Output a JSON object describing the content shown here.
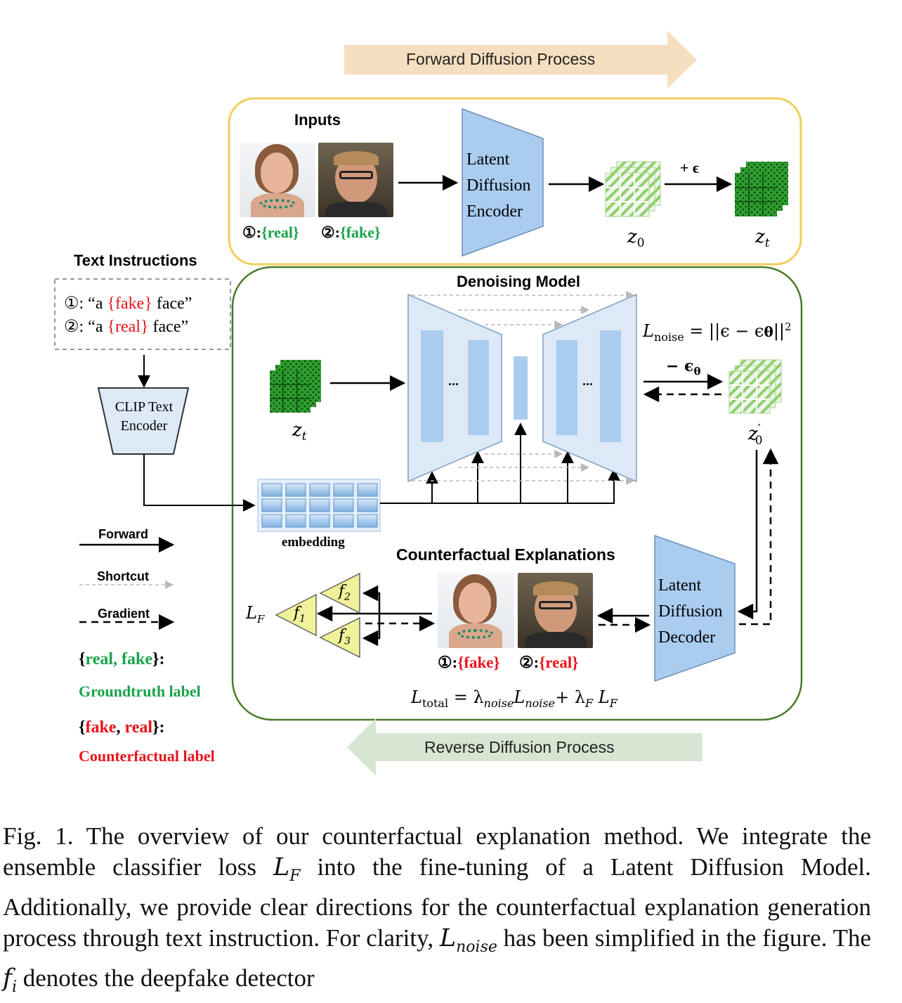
{
  "diagram": {
    "forward_process": "Forward Diffusion Process",
    "reverse_process": "Reverse Diffusion Process",
    "inputs_title": "Inputs",
    "input_labels": [
      {
        "num": "①",
        "sep": ":",
        "label": "{real}"
      },
      {
        "num": "②",
        "sep": ":",
        "label": "{fake}"
      }
    ],
    "encoder": [
      "Latent",
      "Diffusion",
      "Encoder"
    ],
    "plus_eps": "+ ϵ",
    "z0": "z",
    "z0_sub": "0",
    "zt": "z",
    "zt_sub": "t",
    "text_instructions_title": "Text Instructions",
    "instructions": [
      {
        "num": "①",
        "pre": ": “a ",
        "label": "{fake}",
        "post": " face”"
      },
      {
        "num": "②",
        "pre": ": “a ",
        "label": "{real}",
        "post": " face”"
      }
    ],
    "clip": [
      "CLIP Text",
      "Encoder"
    ],
    "denoising_title": "Denoising Model",
    "ellipsis": "...",
    "l_noise": "L",
    "l_noise_sub": "noise",
    "l_noise_rhs": " = ||ϵ − ϵ",
    "l_noise_theta": "θ",
    "l_noise_end": "||",
    "l_noise_sup": "2",
    "minus_eps": "− ϵ",
    "minus_eps_sub": "θ",
    "z0p": "z",
    "z0p_sup": "′",
    "z0p_sub": "0",
    "embedding": "embedding",
    "legend": {
      "forward": "Forward",
      "shortcut": "Shortcut",
      "gradient": "Gradient",
      "gt_open": "{",
      "gt_a": "real",
      "gt_comma": ", ",
      "gt_b": "fake",
      "gt_close": "}:",
      "gt_label": "Groundtruth label",
      "cf_open": "{",
      "cf_a": "fake",
      "cf_comma": ", ",
      "cf_b": "real",
      "cf_close": "}:",
      "cf_label": "Counterfactual label"
    },
    "cf_title": "Counterfactual Explanations",
    "cf_labels": [
      {
        "num": "①",
        "sep": ":",
        "label": "{fake}"
      },
      {
        "num": "②",
        "sep": ":",
        "label": "{real}"
      }
    ],
    "decoder": [
      "Latent",
      "Diffusion",
      "Decoder"
    ],
    "lf": "L",
    "lf_sub": "F",
    "f1": "f",
    "f1_sub": "1",
    "f2": "f",
    "f2_sub": "2",
    "f3": "f",
    "f3_sub": "3",
    "l_total": "L",
    "l_total_sub": "total",
    "l_total_rhs_1": " = λ",
    "l_total_rhs_1_sub": "noise",
    "l_total_rhs_2": "L",
    "l_total_rhs_2_sub": "noise",
    "l_total_rhs_3": "+ λ",
    "l_total_rhs_3_sub": "F",
    "l_total_rhs_4": " L",
    "l_total_rhs_4_sub": "F"
  },
  "caption": {
    "fig": "Fig. 1.",
    "text_1": "The overview of our counterfactual explanation method. We integrate the ensemble classifier loss ",
    "lf": "L",
    "lf_sub": "F",
    "text_2": " into the fine-tuning of a Latent Diffusion Model. Additionally, we provide clear directions for the counterfactual explanation generation process through text instruction. For clarity, ",
    "lnoise": "L",
    "lnoise_sub": "noise",
    "text_3": " has been simplified in the figure. The ",
    "fi": "f",
    "fi_sub": "i",
    "text_4": " denotes the deepfake detector"
  },
  "colors": {
    "forward_arrow": "#f6dfc0",
    "reverse_arrow": "#d6e6d2",
    "inputs_border": "#f2cf5b",
    "denoise_border": "#4a7a2a",
    "trapezoid": "#a9ccef",
    "unet": "#dde9f6",
    "unet_bar": "#a9ccef",
    "detector": "#f1f19a",
    "green_label": "#1aa34a",
    "red_label": "#e8141b"
  }
}
